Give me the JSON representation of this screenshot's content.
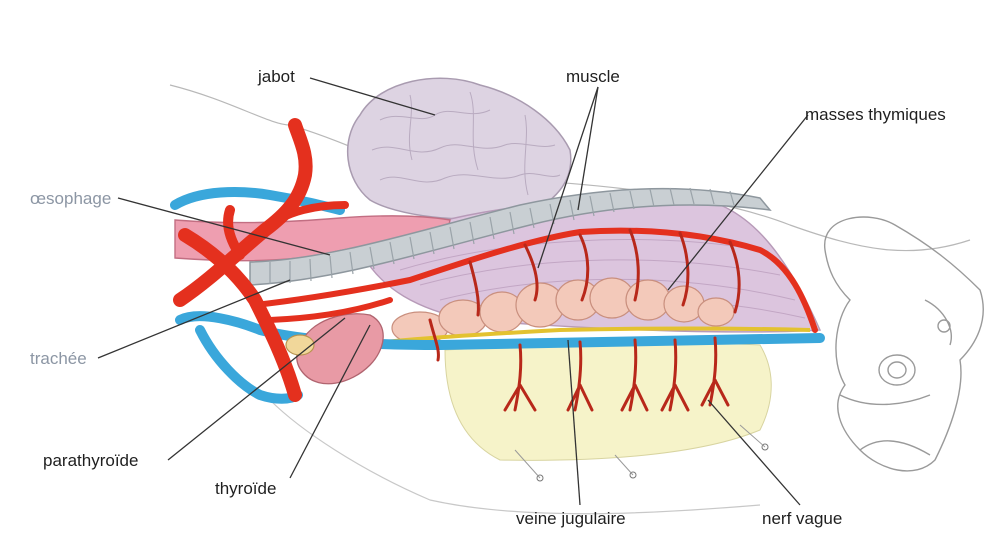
{
  "labels": {
    "jabot": "jabot",
    "muscle": "muscle",
    "masses_thymiques": "masses thymiques",
    "oesophage": "œsophage",
    "trachee": "trachée",
    "parathyroide": "parathyroïde",
    "thyroide": "thyroïde",
    "veine_jugulaire": "veine jugulaire",
    "nerf_vague": "nerf vague"
  },
  "colors": {
    "artery": "#e4301e",
    "vein": "#3aa7db",
    "nerve": "#e3c230",
    "crop": "#ddd3e2",
    "trachea": "#c9cfd3",
    "esophagus": "#ee9eb0",
    "muscle": "#dcc5de",
    "thymus": "#f3c9ba",
    "skin": "#f6f3c9"
  }
}
